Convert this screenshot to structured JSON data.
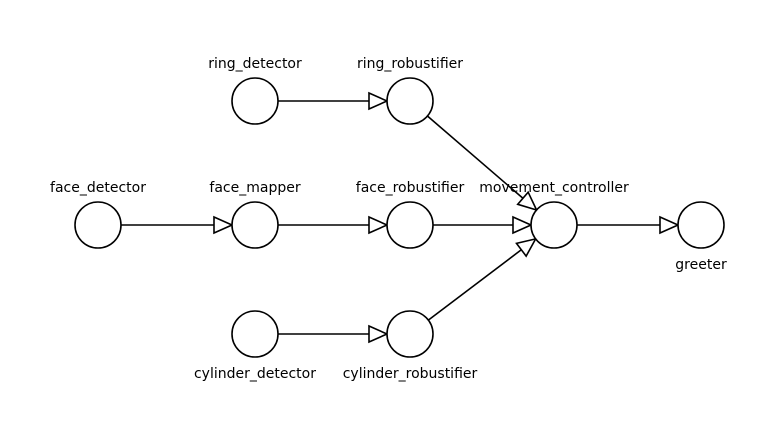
{
  "nodes": [
    {
      "id": "ring_detector",
      "label": "ring_detector"
    },
    {
      "id": "ring_robustifier",
      "label": "ring_robustifier"
    },
    {
      "id": "face_detector",
      "label": "face_detector"
    },
    {
      "id": "face_mapper",
      "label": "face_mapper"
    },
    {
      "id": "face_robustifier",
      "label": "face_robustifier"
    },
    {
      "id": "movement_controller",
      "label": "movement_controller"
    },
    {
      "id": "greeter",
      "label": "greeter"
    },
    {
      "id": "cylinder_detector",
      "label": "cylinder_detector"
    },
    {
      "id": "cylinder_robustifier",
      "label": "cylinder_robustifier"
    }
  ],
  "edges": [
    {
      "from": "ring_detector",
      "to": "ring_robustifier"
    },
    {
      "from": "ring_robustifier",
      "to": "movement_controller"
    },
    {
      "from": "face_detector",
      "to": "face_mapper"
    },
    {
      "from": "face_mapper",
      "to": "face_robustifier"
    },
    {
      "from": "face_robustifier",
      "to": "movement_controller"
    },
    {
      "from": "cylinder_detector",
      "to": "cylinder_robustifier"
    },
    {
      "from": "cylinder_robustifier",
      "to": "movement_controller"
    },
    {
      "from": "movement_controller",
      "to": "greeter"
    }
  ],
  "colors": {
    "stroke": "#000000",
    "node_fill": "#ffffff",
    "background": "#ffffff"
  }
}
